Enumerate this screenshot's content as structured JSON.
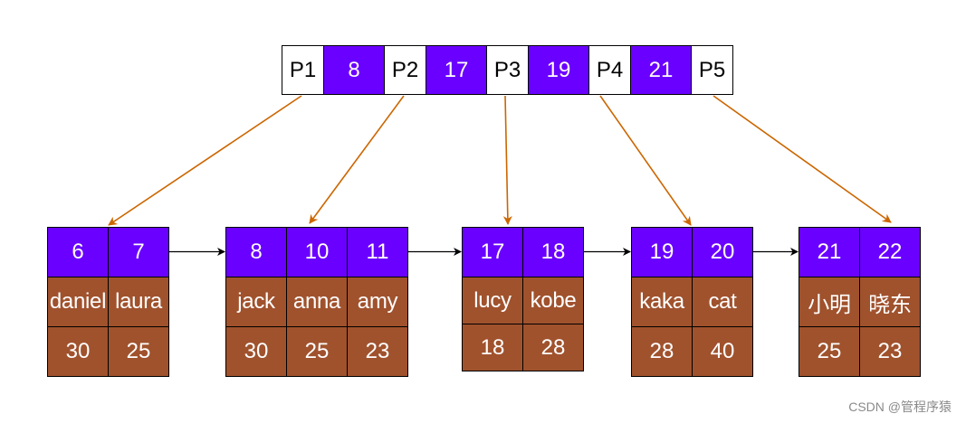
{
  "root_node": {
    "cells": [
      {
        "kind": "pointer",
        "text": "P1"
      },
      {
        "kind": "key",
        "text": "8"
      },
      {
        "kind": "pointer",
        "text": "P2"
      },
      {
        "kind": "key",
        "text": "17"
      },
      {
        "kind": "pointer",
        "text": "P3"
      },
      {
        "kind": "key",
        "text": "19"
      },
      {
        "kind": "pointer",
        "text": "P4"
      },
      {
        "kind": "key",
        "text": "21"
      },
      {
        "kind": "pointer",
        "text": "P5"
      }
    ]
  },
  "leaf_nodes": [
    {
      "keys": [
        "6",
        "7"
      ],
      "names": [
        "daniel",
        "laura"
      ],
      "ages": [
        "30",
        "25"
      ]
    },
    {
      "keys": [
        "8",
        "10",
        "11"
      ],
      "names": [
        "jack",
        "anna",
        "amy"
      ],
      "ages": [
        "30",
        "25",
        "23"
      ]
    },
    {
      "keys": [
        "17",
        "18"
      ],
      "names": [
        "lucy",
        "kobe"
      ],
      "ages": [
        "18",
        "28"
      ]
    },
    {
      "keys": [
        "19",
        "20"
      ],
      "names": [
        "kaka",
        "cat"
      ],
      "ages": [
        "28",
        "40"
      ]
    },
    {
      "keys": [
        "21",
        "22"
      ],
      "names": [
        "小明",
        "晓东"
      ],
      "ages": [
        "25",
        "23"
      ]
    }
  ],
  "colors": {
    "key_fill": "#6a00ff",
    "data_fill": "#a0522d",
    "pointer_fill": "#ffffff",
    "pointer_arrow": "#cc6600",
    "leaf_link_arrow": "#000000"
  },
  "watermark": "CSDN @管程序猿"
}
